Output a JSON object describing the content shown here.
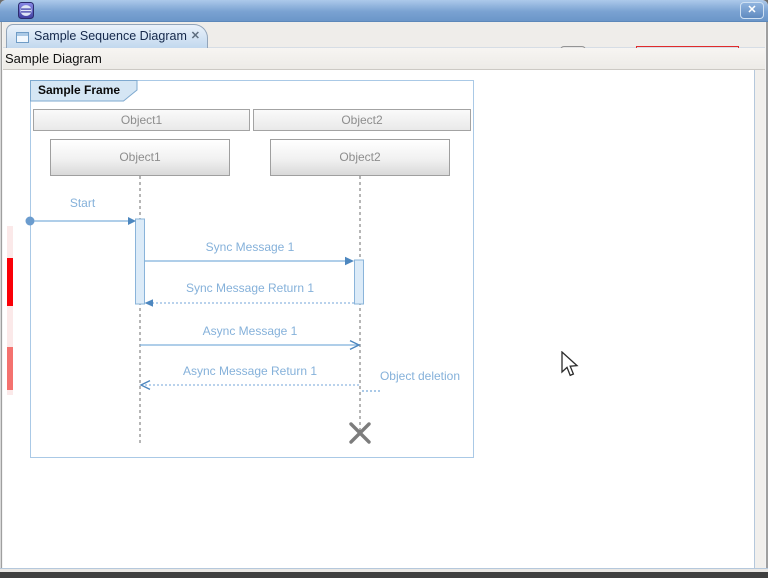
{
  "titlebar": {
    "close_glyph": "✕"
  },
  "tab": {
    "title": "Sample Sequence Diagram",
    "close_glyph": "✕"
  },
  "toolbar": {
    "items": [
      {
        "name": "home",
        "enabled": true
      },
      {
        "name": "select-cursor",
        "enabled": true,
        "pressed": true
      },
      {
        "name": "zoom-in",
        "enabled": true
      },
      {
        "name": "zoom-out",
        "enabled": true
      },
      {
        "name": "arrow-down",
        "enabled": true,
        "accent": "#f3c45c",
        "highlighted_group": true
      },
      {
        "name": "arrow-up",
        "enabled": false
      },
      {
        "name": "arrow-left",
        "enabled": false
      },
      {
        "name": "arrow-right",
        "enabled": true,
        "accent": "#f3c45c"
      },
      {
        "name": "dropdown",
        "enabled": true
      }
    ],
    "highlight_box_color": "#e02b2b"
  },
  "header": {
    "label": "Sample Diagram"
  },
  "diagram": {
    "frame_label": "Sample Frame",
    "participants": [
      {
        "header": "Object1",
        "box": "Object1"
      },
      {
        "header": "Object2",
        "box": "Object2"
      }
    ],
    "messages": {
      "start": "Start",
      "sync1": "Sync Message 1",
      "sync1_return": "Sync Message Return 1",
      "async1": "Async Message 1",
      "async1_return": "Async Message Return 1",
      "deletion": "Object deletion"
    },
    "colors": {
      "label_blue": "#85b1da",
      "line_blue": "#7fb0dc",
      "activation_fill": "#dcebf8",
      "frame_border": "#aac9e6",
      "deletion_x": "#7c7c7c"
    }
  },
  "annotation_ruler": {
    "marks": [
      {
        "name": "range-band",
        "color": "#fbe9e9"
      },
      {
        "name": "error-mark",
        "color": "#fa0007"
      },
      {
        "name": "warning-mark",
        "color": "#f4726f"
      }
    ]
  }
}
